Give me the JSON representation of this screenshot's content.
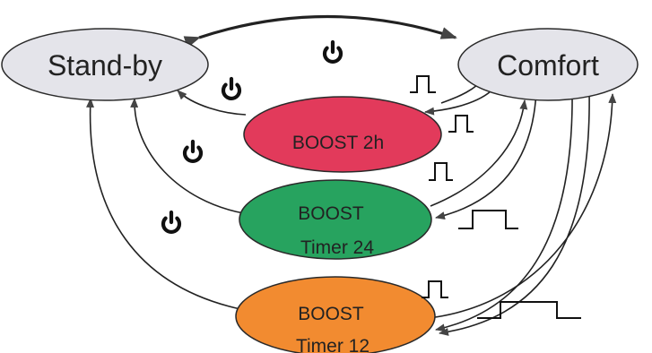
{
  "states": {
    "standby": {
      "label": "Stand-by",
      "fill": "#e4e4ea"
    },
    "comfort": {
      "label": "Comfort",
      "fill": "#e4e4ea"
    },
    "boost2h": {
      "label": "BOOST 2h",
      "fill": "#e23a5b"
    },
    "boost24": {
      "line1": "BOOST",
      "line2": "Timer 24",
      "fill": "#27a35f"
    },
    "boost12": {
      "line1": "BOOST",
      "line2": "Timer 12",
      "fill": "#f28b30"
    }
  },
  "transition_icons": {
    "power": "power-icon",
    "short_press": "short-pulse-icon",
    "long_press": "long-pulse-icon"
  },
  "colors": {
    "stroke": "#222222"
  }
}
